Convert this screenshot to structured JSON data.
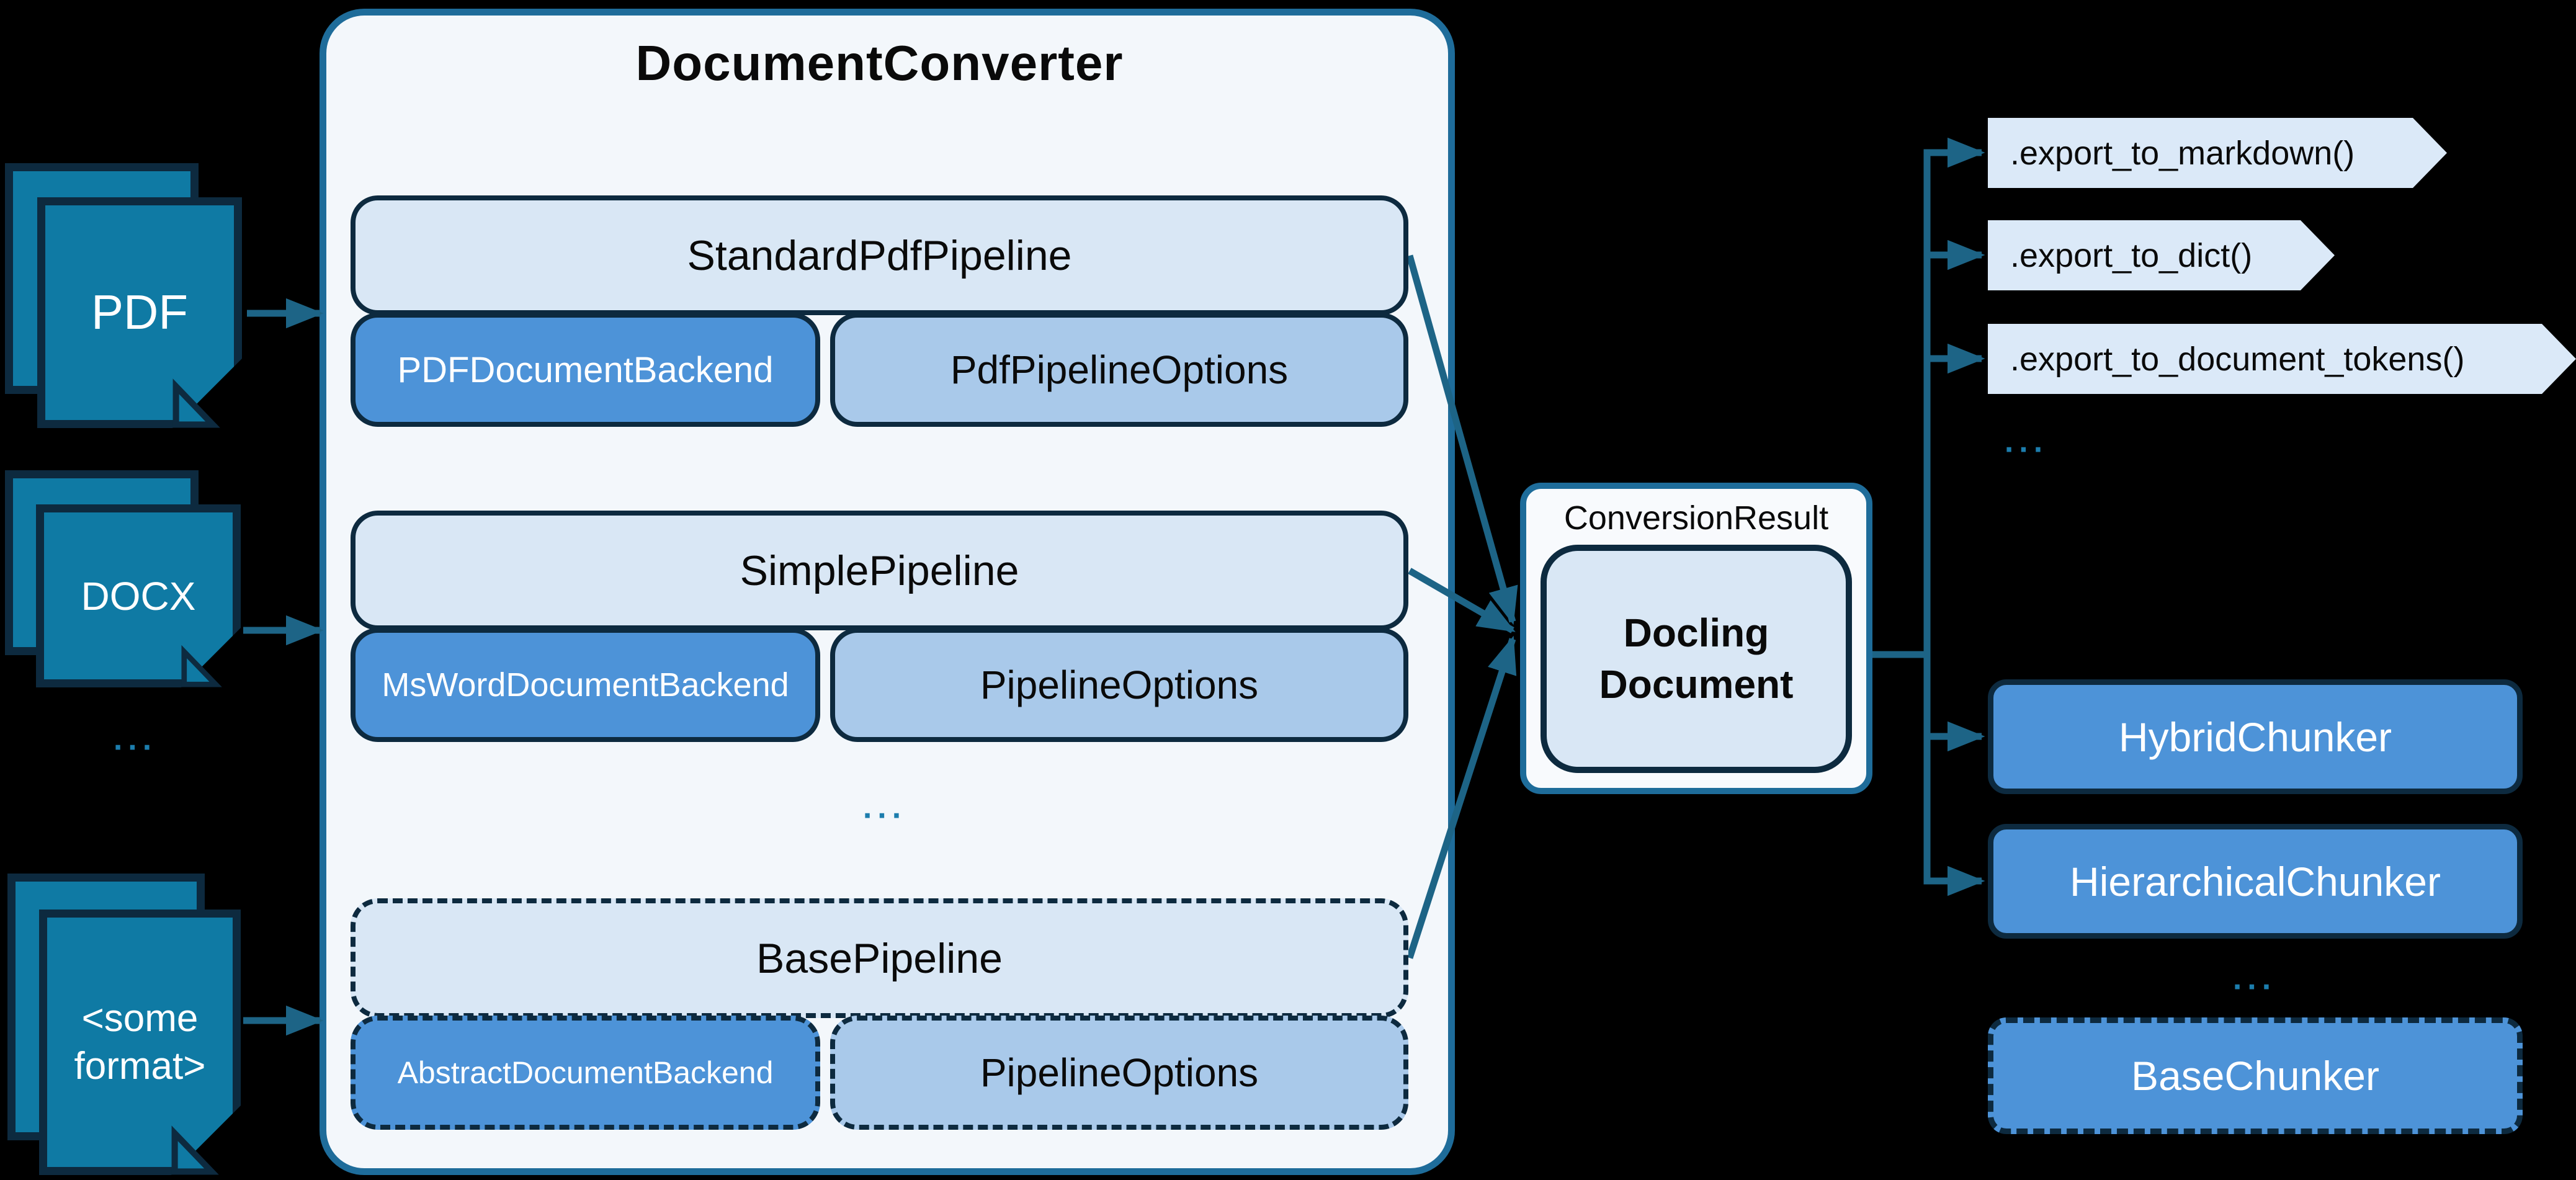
{
  "colors": {
    "background": "#000000",
    "document": "#0f7aa4",
    "border_dark": "#0d2a3f",
    "teal": "#1e6c9a",
    "panel": "#f3f7fb",
    "box_light": "#d9e7f5",
    "box_mid": "#a9c9ea",
    "box_blue": "#4d93d8",
    "line": "#1d6486",
    "dots": "#1c7dad",
    "chevron": "#dbe9f8",
    "result_bg": "#f8fafd",
    "text_dark": "#0a0a0a",
    "text_light": "#ffffff"
  },
  "inputs": {
    "pdf_label": "PDF",
    "docx_label": "DOCX",
    "dots": "...",
    "some_format_line1": "<some",
    "some_format_line2": "format>"
  },
  "converter": {
    "title": "DocumentConverter",
    "dots": "...",
    "groups": [
      {
        "pipeline": "StandardPdfPipeline",
        "backend": "PDFDocumentBackend",
        "options": "PdfPipelineOptions"
      },
      {
        "pipeline": "SimplePipeline",
        "backend": "MsWordDocumentBackend",
        "options": "PipelineOptions"
      },
      {
        "pipeline": "BasePipeline",
        "backend": "AbstractDocumentBackend",
        "options": "PipelineOptions"
      }
    ]
  },
  "result": {
    "label": "ConversionResult",
    "document_line1": "Docling",
    "document_line2": "Document"
  },
  "exports": {
    "items": [
      ".export_to_markdown()",
      ".export_to_dict()",
      ".export_to_document_tokens()"
    ],
    "dots": "..."
  },
  "chunkers": {
    "hybrid": "HybridChunker",
    "hierarchical": "HierarchicalChunker",
    "dots": "...",
    "base": "BaseChunker"
  }
}
